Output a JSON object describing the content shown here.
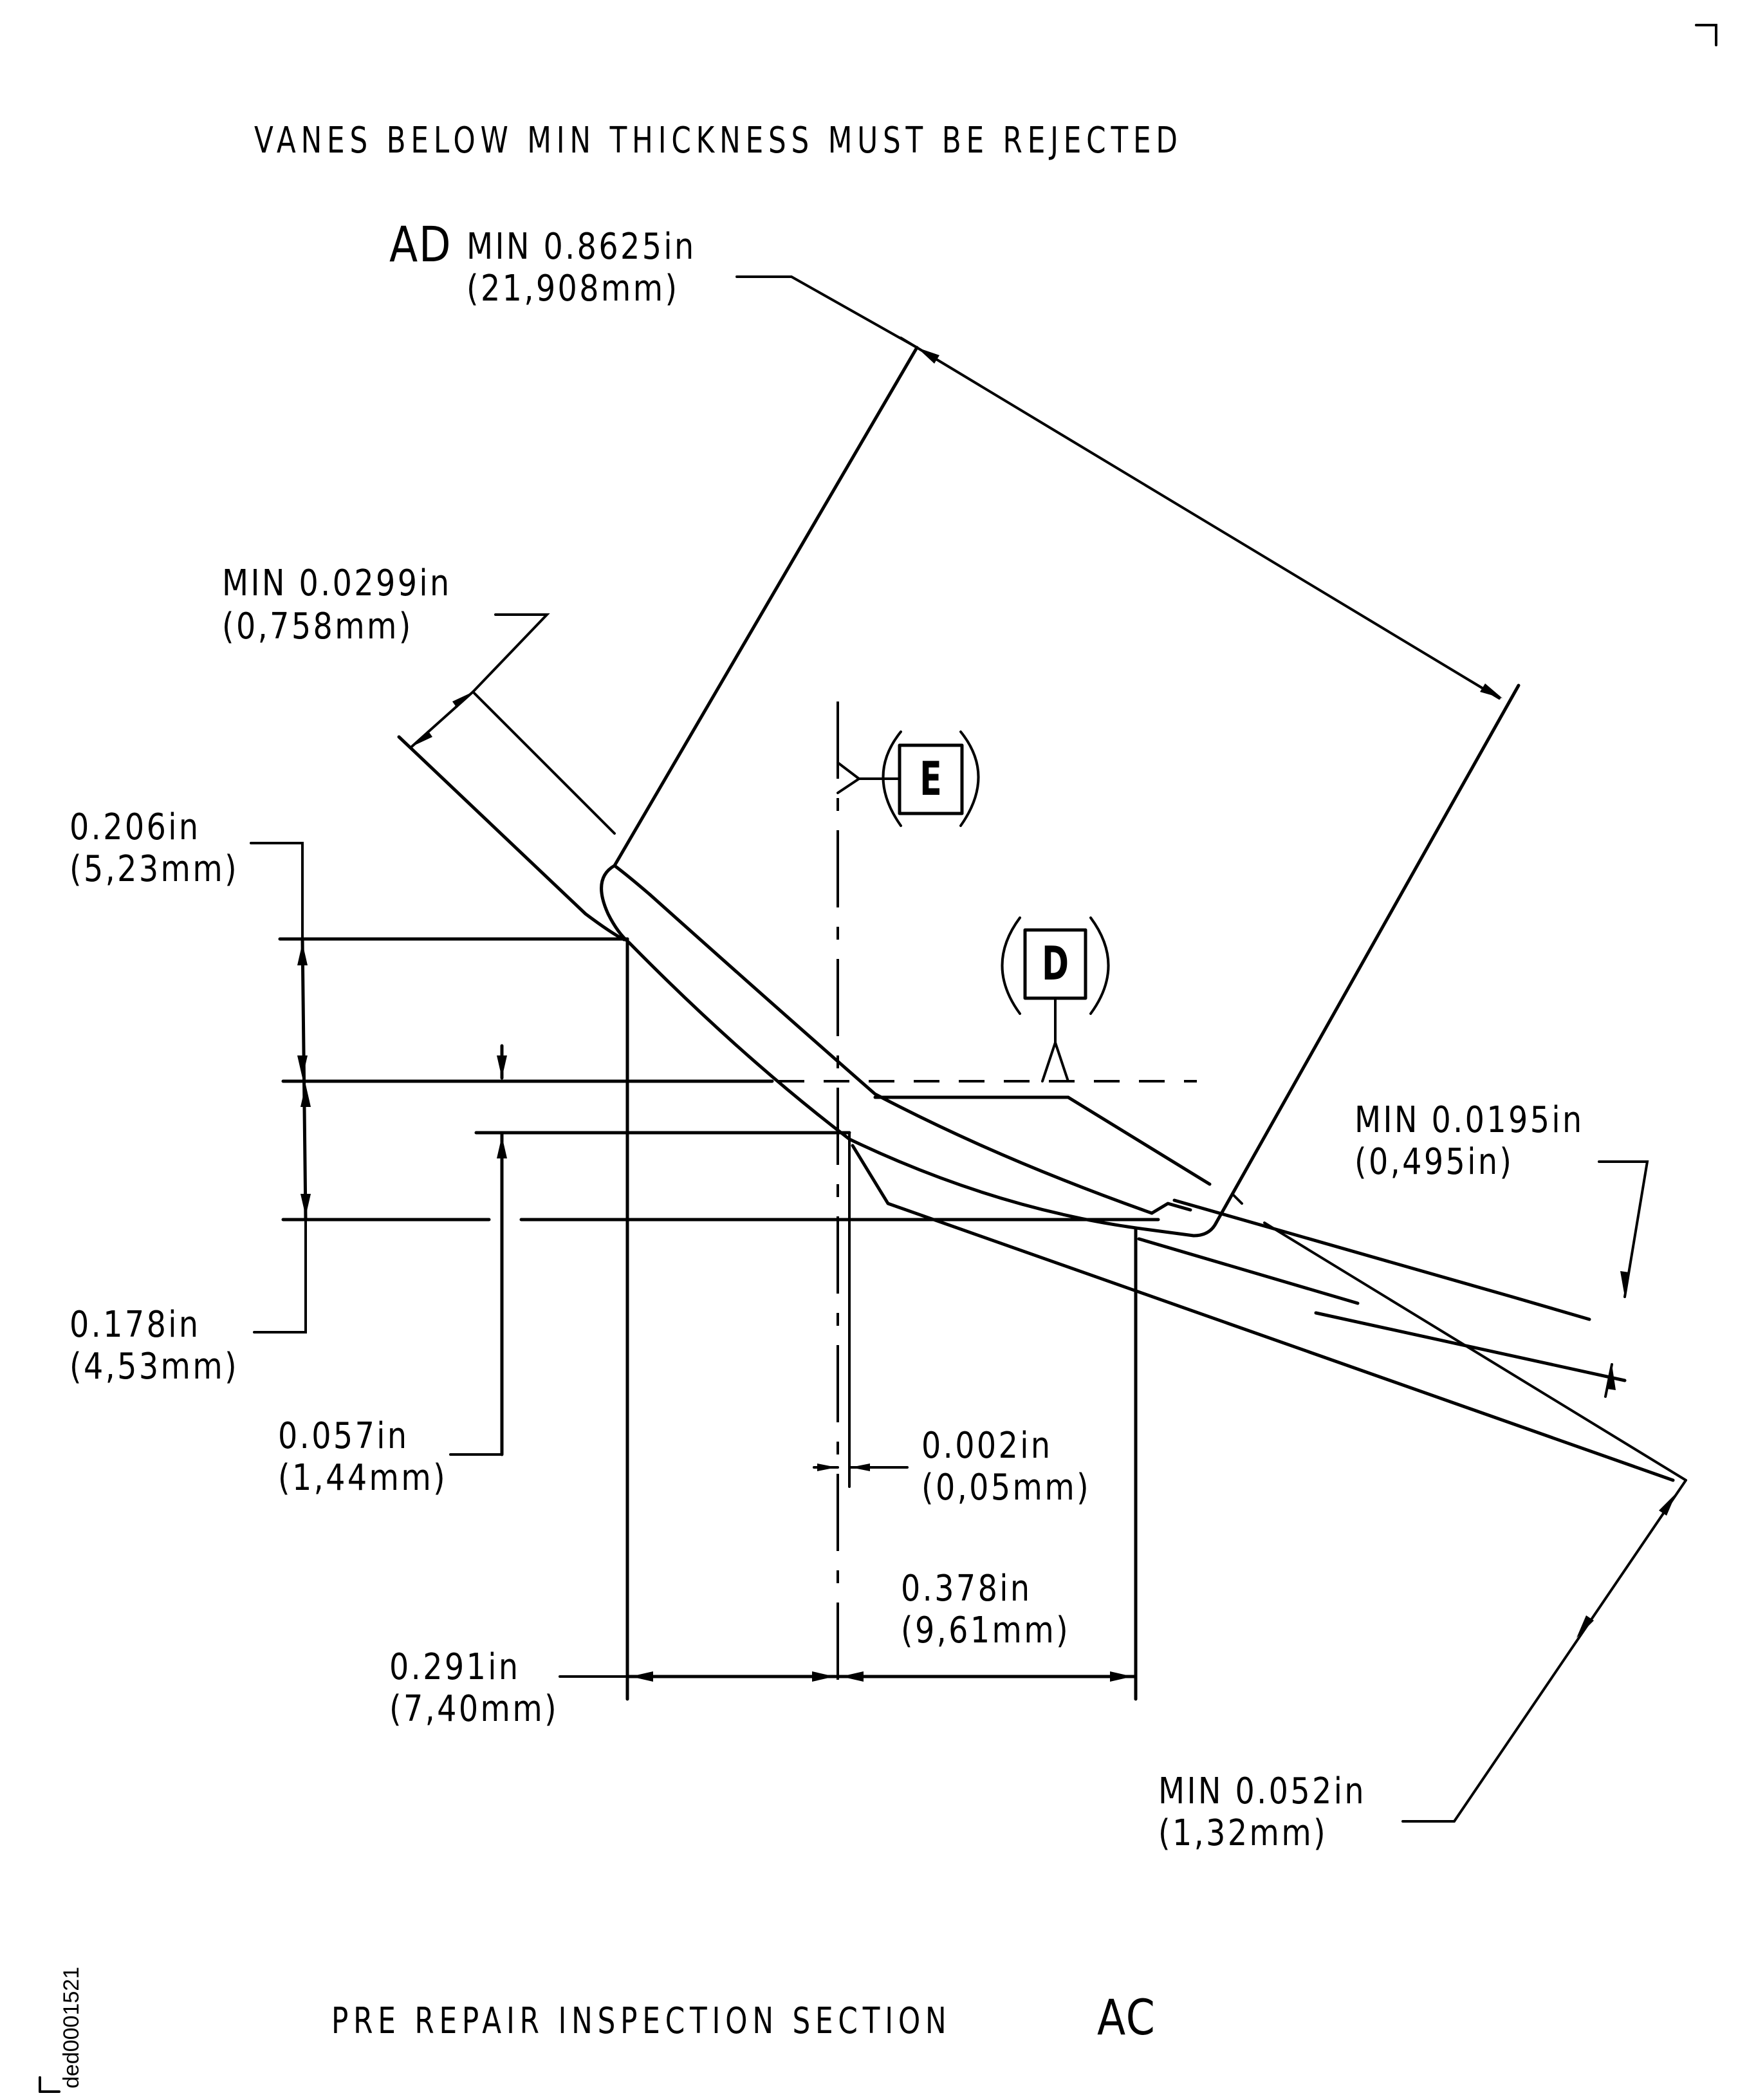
{
  "header": {
    "note": "VANES BELOW MIN THICKNESS MUST BE REJECTED"
  },
  "footer": {
    "caption": "PRE REPAIR INSPECTION SECTION",
    "section_id": "AC",
    "document_id": "ded0001521"
  },
  "datums": {
    "E": "E",
    "D": "D"
  },
  "dimensions": {
    "ad": {
      "tag": "AD",
      "line1": "MIN 0.8625in",
      "line2": "(21,908mm)"
    },
    "min_0299": {
      "line1": "MIN 0.0299in",
      "line2": "(0,758mm)"
    },
    "d_0206": {
      "line1": "0.206in",
      "line2": "(5,23mm)"
    },
    "d_0178": {
      "line1": "0.178in",
      "line2": "(4,53mm)"
    },
    "d_0057": {
      "line1": "0.057in",
      "line2": "(1,44mm)"
    },
    "d_0002": {
      "line1": "0.002in",
      "line2": "(0,05mm)"
    },
    "d_0378": {
      "line1": "0.378in",
      "line2": "(9,61mm)"
    },
    "d_0291": {
      "line1": "0.291in",
      "line2": "(7,40mm)"
    },
    "min_0195": {
      "line1": "MIN 0.0195in",
      "line2": "(0,495in)"
    },
    "min_0052": {
      "line1": "MIN 0.052in",
      "line2": "(1,32mm)"
    }
  }
}
